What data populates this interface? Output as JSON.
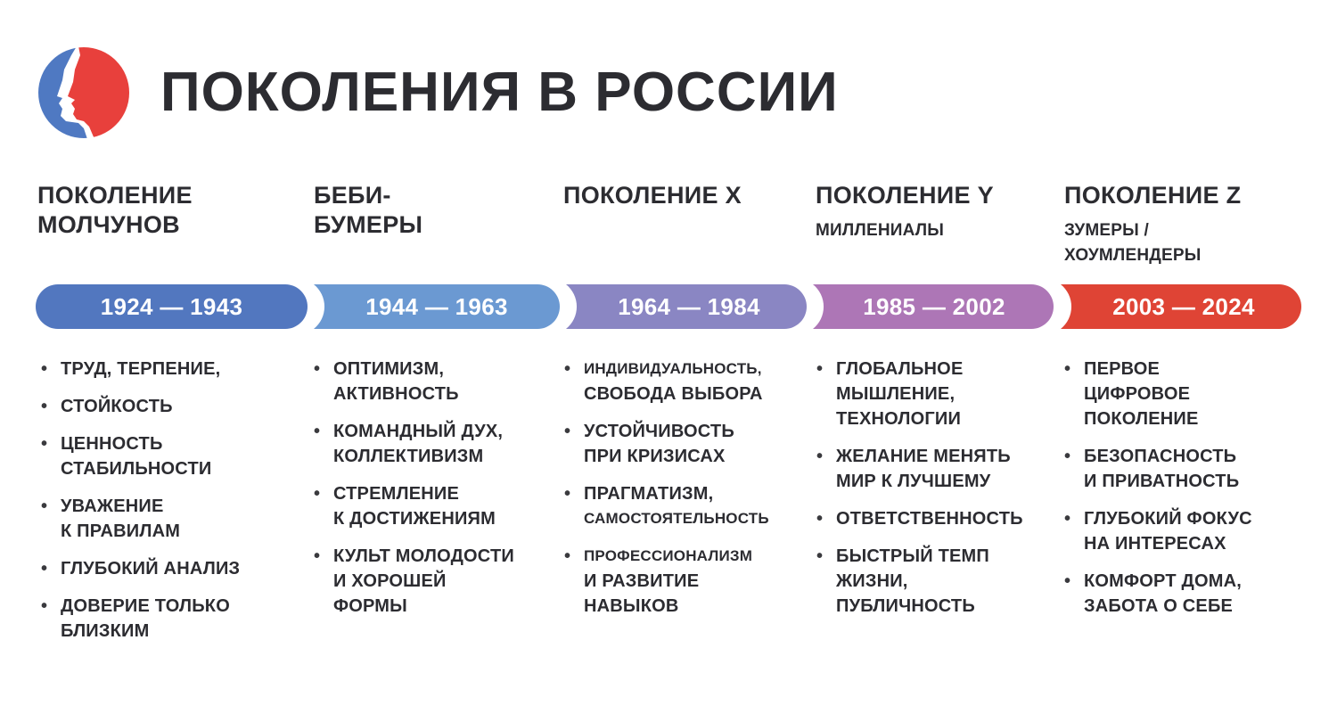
{
  "title": "ПОКОЛЕНИЯ В РОССИИ",
  "logo": {
    "icon": "two-profiles-logo-icon",
    "colors": {
      "blue": "#4f79c2",
      "red": "#e8403c"
    }
  },
  "generations": [
    {
      "name_lines": [
        "ПОКОЛЕНИЕ",
        "МОЛЧУНОВ"
      ],
      "subtitle_lines": [],
      "years": "1924 — 1943",
      "color": "#5277bf",
      "traits": [
        {
          "lines": [
            "ТРУД, ТЕРПЕНИЕ,"
          ]
        },
        {
          "lines": [
            "СТОЙКОСТЬ"
          ]
        },
        {
          "lines": [
            "ЦЕННОСТЬ",
            "СТАБИЛЬНОСТИ"
          ]
        },
        {
          "lines": [
            "УВАЖЕНИЕ",
            "К ПРАВИЛАМ"
          ]
        },
        {
          "lines": [
            "ГЛУБОКИЙ АНАЛИЗ"
          ]
        },
        {
          "lines": [
            "ДОВЕРИЕ ТОЛЬКО",
            "БЛИЗКИМ"
          ]
        }
      ]
    },
    {
      "name_lines": [
        "БЕБИ-",
        "БУМЕРЫ"
      ],
      "subtitle_lines": [],
      "years": "1944 — 1963",
      "color": "#6b99d2",
      "traits": [
        {
          "lines": [
            "ОПТИМИЗМ,",
            "АКТИВНОСТЬ"
          ]
        },
        {
          "lines": [
            "КОМАНДНЫЙ ДУХ,",
            "КОЛЛЕКТИВИЗМ"
          ]
        },
        {
          "lines": [
            "СТРЕМЛЕНИЕ",
            "К ДОСТИЖЕНИЯМ"
          ]
        },
        {
          "lines": [
            "КУЛЬТ МОЛОДОСТИ",
            "И ХОРОШЕЙ",
            "ФОРМЫ"
          ]
        }
      ]
    },
    {
      "name_lines": [
        "ПОКОЛЕНИЕ X"
      ],
      "subtitle_lines": [],
      "years": "1964 — 1984",
      "color": "#8a86c3",
      "traits": [
        {
          "lines": [
            "ИНДИВИДУАЛЬНОСТЬ,",
            "СВОБОДА ВЫБОРА"
          ]
        },
        {
          "lines": [
            "УСТОЙЧИВОСТЬ",
            "ПРИ КРИЗИСАХ"
          ]
        },
        {
          "lines": [
            "ПРАГМАТИЗМ,",
            "САМОСТОЯТЕЛЬНОСТЬ"
          ]
        },
        {
          "lines": [
            "ПРОФЕССИОНАЛИЗМ",
            "И РАЗВИТИЕ",
            "НАВЫКОВ"
          ]
        }
      ]
    },
    {
      "name_lines": [
        "ПОКОЛЕНИЕ Y"
      ],
      "subtitle_lines": [
        "МИЛЛЕНИАЛЫ"
      ],
      "years": "1985 — 2002",
      "color": "#ad76b6",
      "traits": [
        {
          "lines": [
            "ГЛОБАЛЬНОЕ",
            "МЫШЛЕНИЕ,",
            "ТЕХНОЛОГИИ"
          ]
        },
        {
          "lines": [
            "ЖЕЛАНИЕ МЕНЯТЬ",
            "МИР К ЛУЧШЕМУ"
          ]
        },
        {
          "lines": [
            "ОТВЕТСТВЕННОСТЬ"
          ]
        },
        {
          "lines": [
            "БЫСТРЫЙ ТЕМП",
            "ЖИЗНИ,",
            "ПУБЛИЧНОСТЬ"
          ]
        }
      ]
    },
    {
      "name_lines": [
        "ПОКОЛЕНИЕ Z"
      ],
      "subtitle_lines": [
        "ЗУМЕРЫ /",
        "ХОУМЛЕНДЕРЫ"
      ],
      "years": "2003 — 2024",
      "color": "#df4435",
      "traits": [
        {
          "lines": [
            "ПЕРВОЕ",
            "ЦИФРОВОЕ",
            "ПОКОЛЕНИЕ"
          ]
        },
        {
          "lines": [
            "БЕЗОПАСНОСТЬ",
            "И ПРИВАТНОСТЬ"
          ]
        },
        {
          "lines": [
            "ГЛУБОКИЙ ФОКУС",
            "НА ИНТЕРЕСАХ"
          ]
        },
        {
          "lines": [
            "КОМФОРТ ДОМА,",
            "ЗАБОТА О СЕБЕ"
          ]
        }
      ]
    }
  ]
}
